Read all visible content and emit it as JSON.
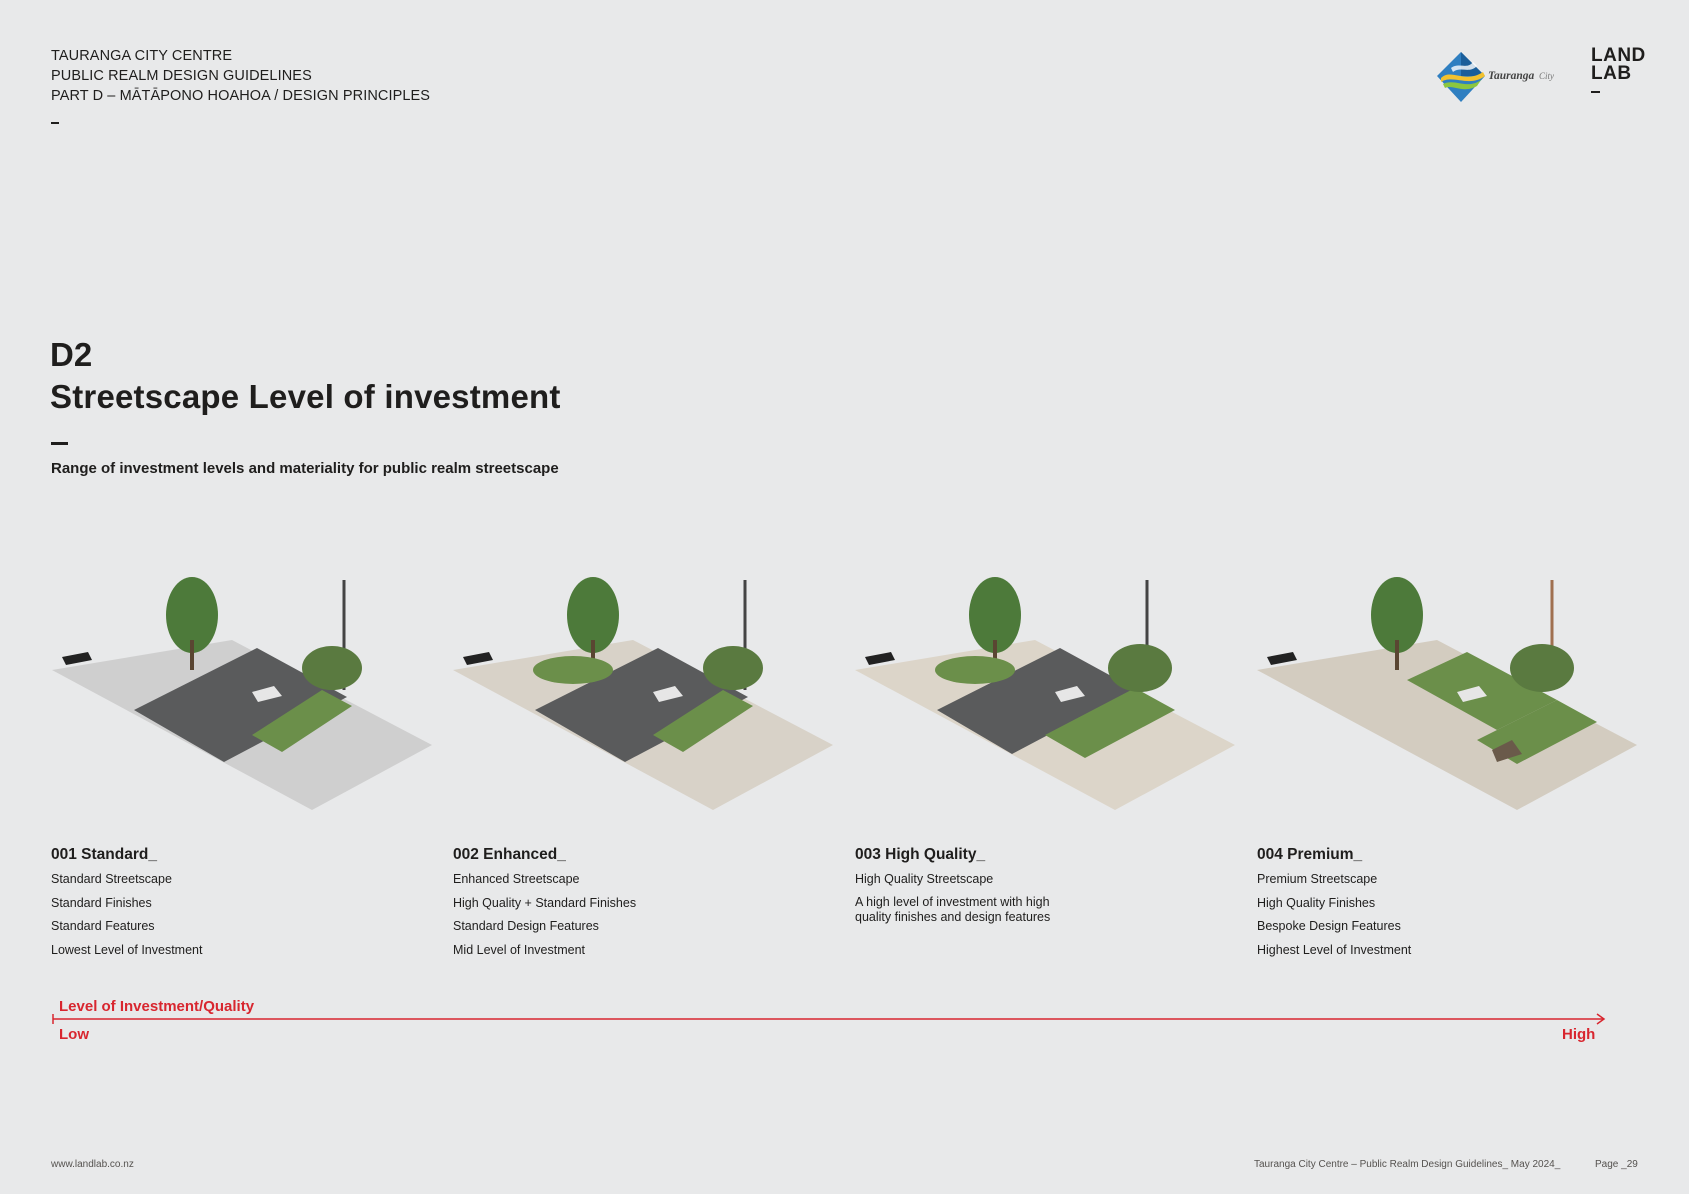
{
  "header": {
    "line1": "TAURANGA CITY CENTRE",
    "line2": "PUBLIC REALM DESIGN GUIDELINES",
    "line3": "PART D – MĀTĀPONO HOAHOA / DESIGN PRINCIPLES"
  },
  "logo": {
    "text": "Tauranga",
    "suffix": "City"
  },
  "landlab": {
    "line1": "LAND",
    "line2": "LAB"
  },
  "section": {
    "code": "D2",
    "title": "Streetscape Level of investment",
    "subtitle": "Range of investment levels and materiality for public realm streetscape"
  },
  "levels": [
    {
      "title": "001 Standard_",
      "items": [
        "Standard Streetscape",
        "Standard Finishes",
        "Standard Features",
        "Lowest Level of Investment"
      ]
    },
    {
      "title": "002 Enhanced_",
      "items": [
        "Enhanced Streetscape",
        "High Quality + Standard Finishes",
        "Standard Design Features",
        "Mid Level of Investment"
      ]
    },
    {
      "title": "003 High Quality_",
      "items": [
        "High Quality Streetscape",
        "A high level of investment with high quality finishes and design features"
      ]
    },
    {
      "title": "004 Premium_",
      "items": [
        "Premium Streetscape",
        "High Quality Finishes",
        "Bespoke Design Features",
        "Highest Level of Investment"
      ]
    }
  ],
  "scale": {
    "label": "Level of Investment/Quality",
    "low": "Low",
    "high": "High",
    "color": "#d8262f"
  },
  "footer": {
    "website": "www.landlab.co.nz",
    "doc": "Tauranga City Centre – Public Realm Design Guidelines_ May 2024_",
    "page": "Page _29"
  }
}
